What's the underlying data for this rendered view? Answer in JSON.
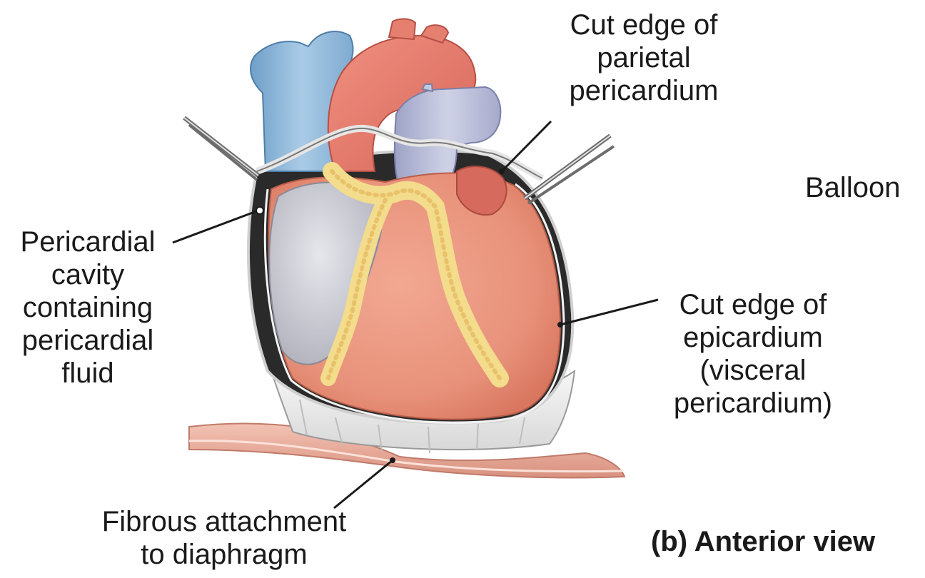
{
  "labels": {
    "parietal": [
      "Cut edge of",
      "parietal",
      "pericardium"
    ],
    "balloon": "Balloon",
    "cavity": [
      "Pericardial",
      "cavity",
      "containing",
      "pericardial",
      "fluid"
    ],
    "epicardium": [
      "Cut edge of",
      "epicardium",
      "(visceral",
      "pericardium)"
    ],
    "fibrous": [
      "Fibrous attachment",
      "to diaphragm"
    ]
  },
  "caption": "(b) Anterior view",
  "colors": {
    "heart": "#e8917a",
    "aorta": "#e2776a",
    "vena_cava": "#8fb8d8",
    "pulmonary": "#b9bdd8",
    "right_atrium": "#c9c9d2",
    "fat": "#f3dc8c",
    "cavity": "#2a2a2a",
    "pericardium": "#efefef",
    "diaphragm": "#eab0a0"
  }
}
